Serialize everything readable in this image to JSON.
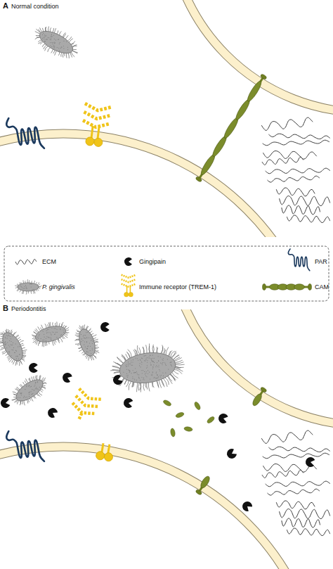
{
  "diagram": {
    "labels": [
      "A",
      "Normal condition",
      "B",
      "Periodontitis"
    ],
    "legend": [
      {
        "text": "ECM"
      },
      {
        "text": "Gingipain"
      },
      {
        "text": "PAR"
      },
      {
        "text": "P. gingivalis"
      },
      {
        "text": "Immune receptor (TREM-1)"
      },
      {
        "text": "CAM"
      }
    ]
  }
}
